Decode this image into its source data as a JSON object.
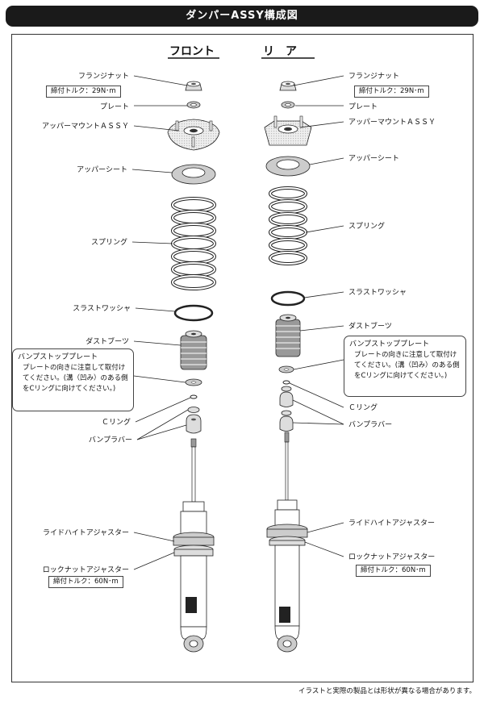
{
  "title": "ダンパーASSY構成図",
  "front": {
    "heading": "フロント",
    "labels": {
      "flange_nut": "フランジナット",
      "flange_torque": "締付トルク：29N･m",
      "plate": "プレート",
      "upper_mount": "アッパーマウントＡＳＳＹ",
      "upper_seat": "アッパーシート",
      "spring": "スプリング",
      "thrust_washer": "スラストワッシャ",
      "dust_boot": "ダストブーツ",
      "c_ring": "Ｃリング",
      "bump_rubber": "バンプラバー",
      "ride_height": "ライドハイトアジャスター",
      "lock_nut": "ロックナットアジャスター",
      "lock_torque": "締付トルク：60N･m"
    },
    "note": {
      "title": "バンプストッププレート",
      "body": "プレートの向きに注意して取付けてください。(溝（凹み）のある側をCリングに向けてください。)"
    }
  },
  "rear": {
    "heading": "リ　ア",
    "labels": {
      "flange_nut": "フランジナット",
      "flange_torque": "締付トルク：29N･m",
      "plate": "プレート",
      "upper_mount": "アッパーマウントＡＳＳＹ",
      "upper_seat": "アッパーシート",
      "spring": "スプリング",
      "thrust_washer": "スラストワッシャ",
      "dust_boot": "ダストブーツ",
      "c_ring": "Ｃリング",
      "bump_rubber": "バンプラバー",
      "ride_height": "ライドハイトアジャスター",
      "lock_nut": "ロックナットアジャスター",
      "lock_torque": "締付トルク：60N･m"
    },
    "note": {
      "title": "バンプストッププレート",
      "body": "プレートの向きに注意して取付けてください。(溝（凹み）のある側をCリングに向けてください。)"
    }
  },
  "footer": "イラストと実際の製品とは形状が異なる場合があります。"
}
